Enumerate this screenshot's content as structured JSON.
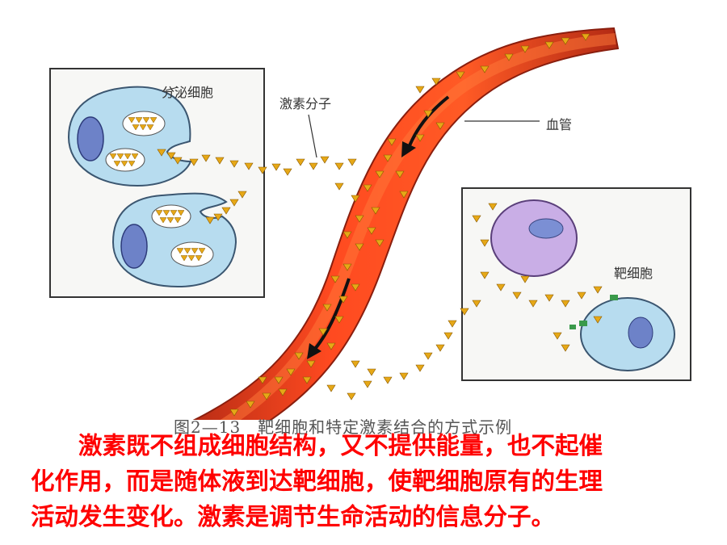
{
  "labels": {
    "secretory_cell": "分泌细胞",
    "hormone_molecule": "激素分子",
    "blood_vessel": "血管",
    "target_cell": "靶细胞"
  },
  "caption": "图2—13　靶细胞和特定激素结合的方式示例",
  "body_text": {
    "line1": "　　激素既不组成细胞结构，又不提供能量，也不起催",
    "line2": "化作用，而是随体液到达靶细胞，使靶细胞原有的生理",
    "line3": "活动发生变化。激素是调节生命活动的信息分子。"
  },
  "colors": {
    "body_text": "#ff0000",
    "vessel_outer": "#c8331f",
    "vessel_inner": "#ff3a1a",
    "cell_fill": "#b7dcef",
    "nucleus": "#6d82c8",
    "target_cell_purple": "#c9aee6",
    "hormone": "#e6a817"
  }
}
